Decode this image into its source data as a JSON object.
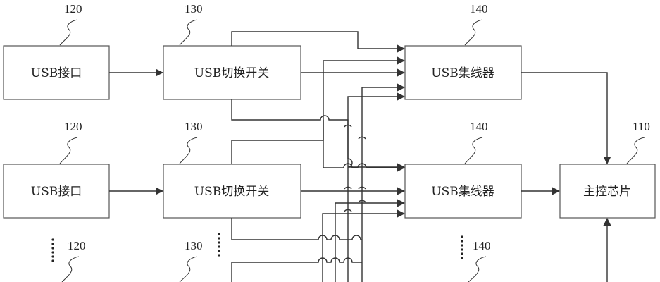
{
  "blocks": {
    "usb_port_label": "USB接口",
    "usb_switch_label": "USB切换开关",
    "usb_hub_label": "USB集线器",
    "main_chip_label": "主控芯片"
  },
  "refs": {
    "usb_port": "120",
    "usb_switch": "130",
    "usb_hub": "140",
    "main_chip": "110"
  },
  "colors": {
    "line": "#333333",
    "box_border": "#555555",
    "background": "#ffffff"
  }
}
